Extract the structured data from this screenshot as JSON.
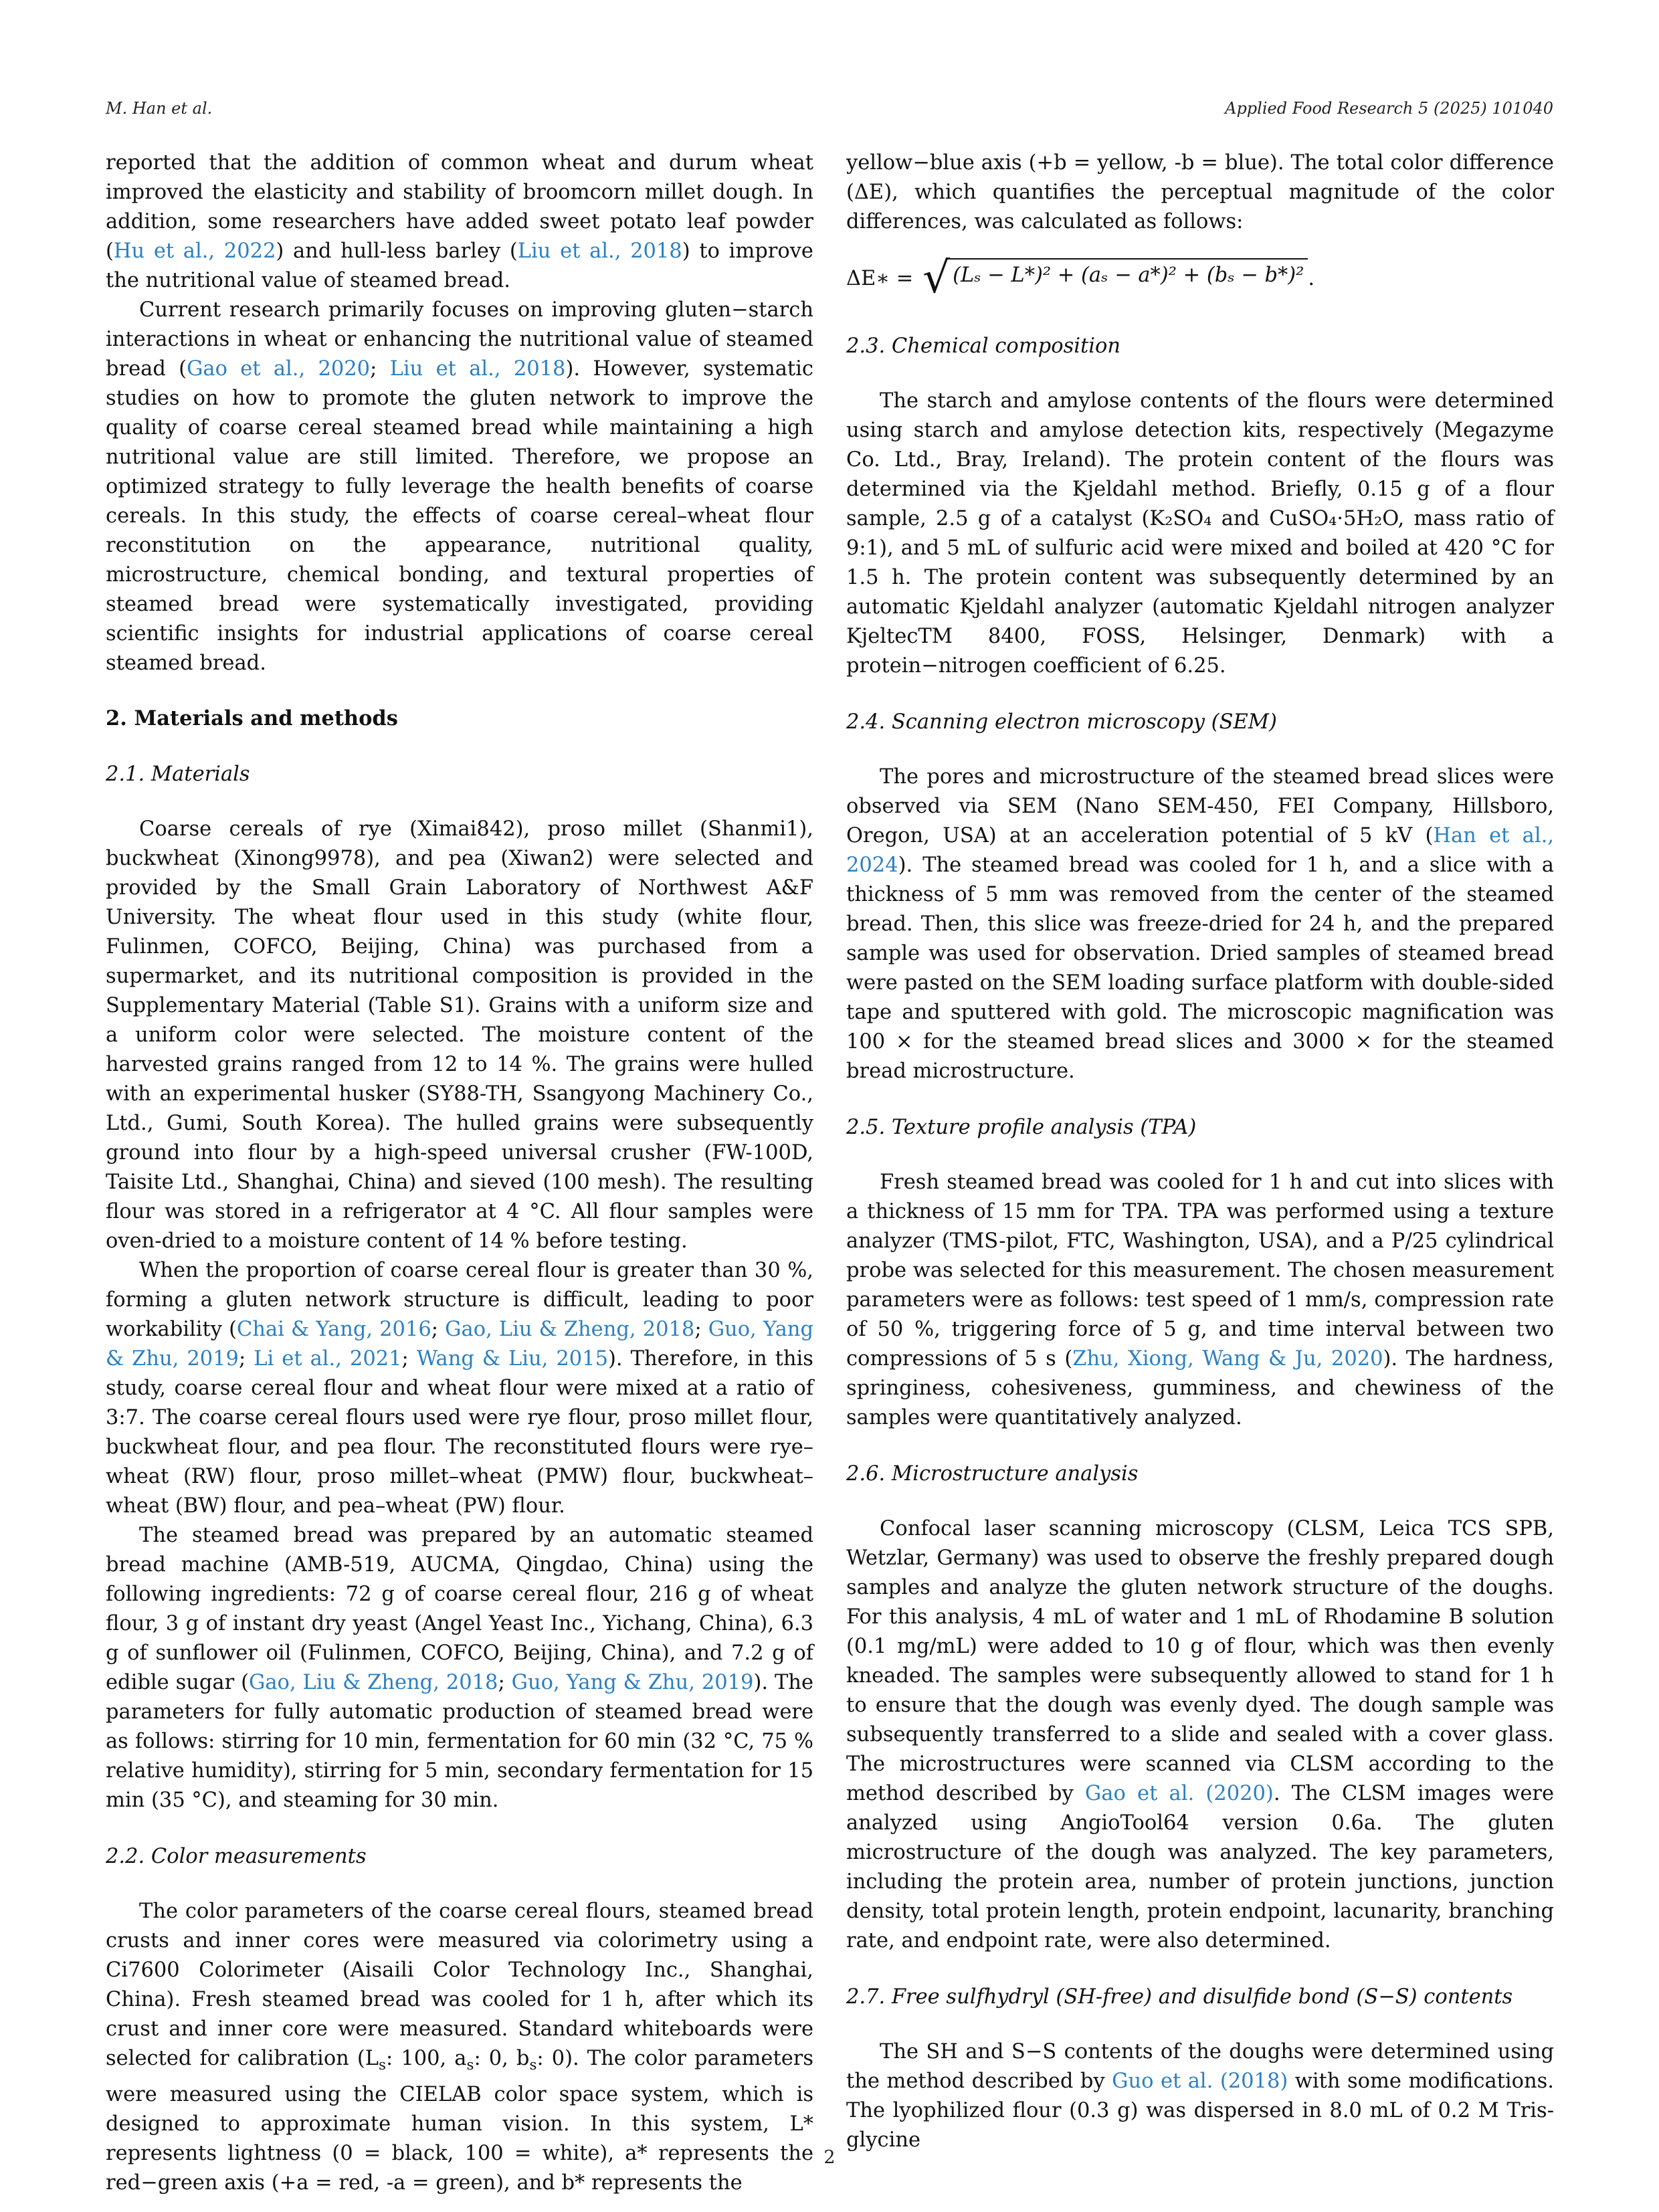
{
  "header": {
    "left": "M. Han et al.",
    "right": "Applied Food Research 5 (2025) 101040"
  },
  "left_column": {
    "p1": "reported that the addition of common wheat and durum wheat improved the elasticity and stability of broomcorn millet dough. In addition, some researchers have added sweet potato leaf powder (",
    "p1_ref1": "Hu et al., 2022",
    "p1_mid": ") and hull-less barley (",
    "p1_ref2": "Liu et al., 2018",
    "p1_end": ") to improve the nutritional value of steamed bread.",
    "p2_start": "Current research primarily focuses on improving gluten−starch interactions in wheat or enhancing the nutritional value of steamed bread (",
    "p2_ref1": "Gao et al., 2020",
    "p2_sep": "; ",
    "p2_ref2": "Liu et al., 2018",
    "p2_end": "). However, systematic studies on how to promote the gluten network to improve the quality of coarse cereal steamed bread while maintaining a high nutritional value are still limited. Therefore, we propose an optimized strategy to fully leverage the health benefits of coarse cereals. In this study, the effects of coarse cereal–wheat flour reconstitution on the appearance, nutritional quality, microstructure, chemical bonding, and textural properties of steamed bread were systematically investigated, providing scientific insights for industrial applications of coarse cereal steamed bread.",
    "h2": "2. Materials and methods",
    "h3_1": "2.1. Materials",
    "p3": "Coarse cereals of rye (Ximai842), proso millet (Shanmi1), buckwheat (Xinong9978), and pea (Xiwan2) were selected and provided by the Small Grain Laboratory of Northwest A&F University. The wheat flour used in this study (white flour, Fulinmen, COFCO, Beijing, China) was purchased from a supermarket, and its nutritional composition is provided in the Supplementary Material (Table S1). Grains with a uniform size and a uniform color were selected. The moisture content of the harvested grains ranged from 12 to 14 %. The grains were hulled with an experimental husker (SY88-TH, Ssangyong Machinery Co., Ltd., Gumi, South Korea). The hulled grains were subsequently ground into flour by a high-speed universal crusher (FW-100D, Taisite Ltd., Shanghai, China) and sieved (100 mesh). The resulting flour was stored in a refrigerator at 4 °C. All flour samples were oven-dried to a moisture content of 14 % before testing.",
    "p4_start": "When the proportion of coarse cereal flour is greater than 30 %, forming a gluten network structure is difficult, leading to poor workability (",
    "p4_ref1": "Chai & Yang, 2016",
    "p4_ref2": "Gao, Liu & Zheng, 2018",
    "p4_ref3": "Guo, Yang & Zhu, 2019",
    "p4_ref4": "Li et al., 2021",
    "p4_ref5": "Wang & Liu, 2015",
    "p4_end": "). Therefore, in this study, coarse cereal flour and wheat flour were mixed at a ratio of 3:7. The coarse cereal flours used were rye flour, proso millet flour, buckwheat flour, and pea flour. The reconstituted flours were rye–wheat (RW) flour, proso millet–wheat (PMW) flour, buckwheat–wheat (BW) flour, and pea–wheat (PW) flour.",
    "p5_start": "The steamed bread was prepared by an automatic steamed bread machine (AMB-519, AUCMA, Qingdao, China) using the following ingredients: 72 g of coarse cereal flour, 216 g of wheat flour, 3 g of instant dry yeast (Angel Yeast Inc., Yichang, China), 6.3 g of sunflower oil (Fulinmen, COFCO, Beijing, China), and 7.2 g of edible sugar (",
    "p5_ref1": "Gao, Liu & Zheng, 2018",
    "p5_ref2": "Guo, Yang & Zhu, 2019",
    "p5_end": "). The parameters for fully automatic production of steamed bread were as follows: stirring for 10 min, fermentation for 60 min (32 °C, 75 % relative humidity), stirring for 5 min, secondary fermentation for 15 min (35 °C), and steaming for 30 min.",
    "h3_2": "2.2. Color measurements",
    "p6_start": "The color parameters of the coarse cereal flours, steamed bread crusts and inner cores were measured via colorimetry using a Ci7600 Colorimeter (Aisaili Color Technology Inc., Shanghai, China). Fresh steamed bread was cooled for 1 h, after which its crust and inner core were measured. Standard whiteboards were selected for calibration (L",
    "p6_s": "s",
    "p6_a": ": 100, a",
    "p6_b": ": 0, b",
    "p6_end": ": 0). The color parameters were measured using the CIELAB color space system, which is designed to approximate human vision. In this system, L* represents lightness (0 = black, 100 = white), a* represents the red−green axis (+a = red, -a = green), and b* represents the"
  },
  "right_column": {
    "p1": "yellow−blue axis (+b = yellow, -b = blue). The total color difference (ΔE), which quantifies the perceptual magnitude of the color differences, was calculated as follows:",
    "eq_lhs": "ΔE∗ =",
    "eq_radicand": "(Lₛ − L*)² + (aₛ − a*)² + (bₛ − b*)²",
    "eq_end": ".",
    "h3_3": "2.3. Chemical composition",
    "p2": "The starch and amylose contents of the flours were determined using starch and amylose detection kits, respectively (Megazyme Co. Ltd., Bray, Ireland). The protein content of the flours was determined via the Kjeldahl method. Briefly, 0.15 g of a flour sample, 2.5 g of a catalyst (K₂SO₄ and CuSO₄·5H₂O, mass ratio of 9:1), and 5 mL of sulfuric acid were mixed and boiled at 420 °C for 1.5 h. The protein content was subsequently determined by an automatic Kjeldahl analyzer (automatic Kjeldahl nitrogen analyzer KjeltecTM 8400, FOSS, Helsinger, Denmark) with a protein−nitrogen coefficient of 6.25.",
    "h3_4": "2.4. Scanning electron microscopy (SEM)",
    "p3_start": "The pores and microstructure of the steamed bread slices were observed via SEM (Nano SEM-450, FEI Company, Hillsboro, Oregon, USA) at an acceleration potential of 5 kV (",
    "p3_ref": "Han et al., 2024",
    "p3_end": "). The steamed bread was cooled for 1 h, and a slice with a thickness of 5 mm was removed from the center of the steamed bread. Then, this slice was freeze-dried for 24 h, and the prepared sample was used for observation. Dried samples of steamed bread were pasted on the SEM loading surface platform with double-sided tape and sputtered with gold. The microscopic magnification was 100 × for the steamed bread slices and 3000 × for the steamed bread microstructure.",
    "h3_5": "2.5. Texture profile analysis (TPA)",
    "p4_start": "Fresh steamed bread was cooled for 1 h and cut into slices with a thickness of 15 mm for TPA. TPA was performed using a texture analyzer (TMS-pilot, FTC, Washington, USA), and a P/25 cylindrical probe was selected for this measurement. The chosen measurement parameters were as follows: test speed of 1 mm/s, compression rate of 50 %, triggering force of 5 g, and time interval between two compressions of 5 s (",
    "p4_ref": "Zhu, Xiong, Wang & Ju, 2020",
    "p4_end": "). The hardness, springiness, cohesiveness, gumminess, and chewiness of the samples were quantitatively analyzed.",
    "h3_6": "2.6. Microstructure analysis",
    "p5_start": "Confocal laser scanning microscopy (CLSM, Leica TCS SPB, Wetzlar, Germany) was used to observe the freshly prepared dough samples and analyze the gluten network structure of the doughs. For this analysis, 4 mL of water and 1 mL of Rhodamine B solution (0.1 mg/mL) were added to 10 g of flour, which was then evenly kneaded. The samples were subsequently allowed to stand for 1 h to ensure that the dough was evenly dyed. The dough sample was subsequently transferred to a slide and sealed with a cover glass. The microstructures were scanned via CLSM according to the method described by ",
    "p5_ref": "Gao et al. (2020)",
    "p5_end": ". The CLSM images were analyzed using AngioTool64 version 0.6a. The gluten microstructure of the dough was analyzed. The key parameters, including the protein area, number of protein junctions, junction density, total protein length, protein endpoint, lacunarity, branching rate, and endpoint rate, were also determined.",
    "h3_7": "2.7. Free sulfhydryl (SH-free) and disulfide bond (S−S) contents",
    "p6_start": "The SH and S−S contents of the doughs were determined using the method described by ",
    "p6_ref": "Guo et al. (2018)",
    "p6_end": " with some modifications. The lyophilized flour (0.3 g) was dispersed in 8.0 mL of 0.2 M Tris-glycine"
  },
  "page_number": "2",
  "colors": {
    "link": "#2b7fc2",
    "text": "#111111"
  }
}
